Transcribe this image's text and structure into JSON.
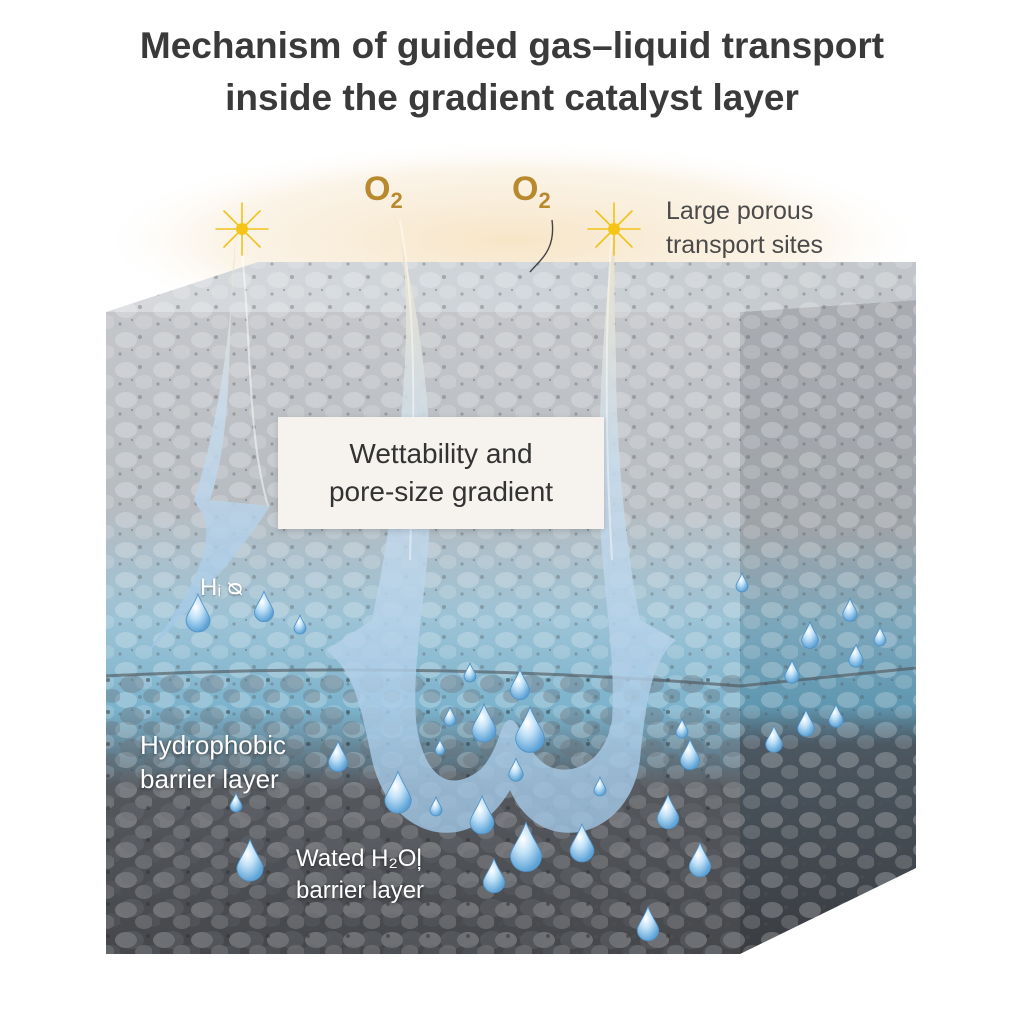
{
  "title": {
    "line1": "Mechanism of guided gas–liquid transport",
    "line2": "inside the gradient catalyst layer"
  },
  "labels": {
    "o2_left": "O",
    "o2_left_sub": "2",
    "o2_right": "O",
    "o2_right_sub": "2",
    "large_porous_line1": "Large porous",
    "large_porous_line2": "transport sites",
    "gradient_line1": "Wettability and",
    "gradient_line2": "pore-size gradient",
    "h2o_left": "Hᵢ ᴓ ",
    "hydrophobic_line1": "Hydrophobic",
    "hydrophobic_line2": "barrier layer",
    "wated_line1": "Wated H₂Oļ",
    "wated_line2": "barrier layer"
  },
  "colors": {
    "title": "#3a3a3a",
    "o2": "#b8892e",
    "upper_layer": "#b9bcc0",
    "middle_layer": "#7fb3cc",
    "lower_layer": "#505358",
    "arrow": "#a9cbe8",
    "droplet": "#8fc3ea",
    "spark": "#f2c21b"
  },
  "icons": [
    "spark-icon",
    "water-droplet-icon",
    "flow-arrow-icon"
  ]
}
